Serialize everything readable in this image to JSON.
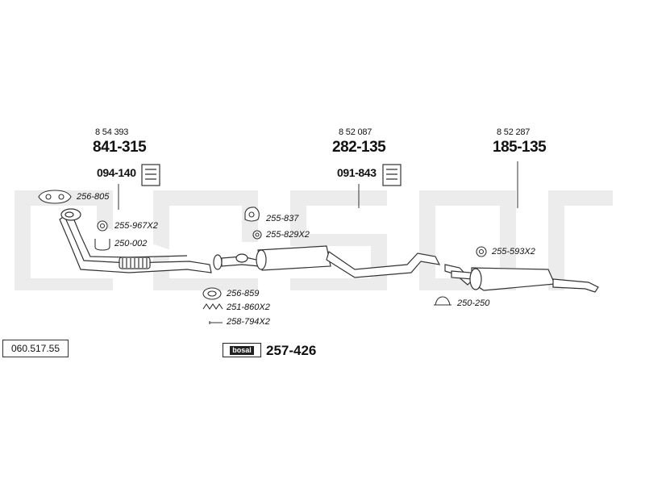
{
  "brand_watermark": "bosal",
  "code": "060.517.55",
  "parts": [
    {
      "oem": "8 54 393",
      "number": "841-315",
      "clamp": "094-140"
    },
    {
      "oem": "8 52 087",
      "number": "282-135",
      "clamp": "091-843"
    },
    {
      "oem": "8 52 287",
      "number": "185-135"
    }
  ],
  "accessories": {
    "gasket_front": "256-805",
    "ring_a": "255-967X2",
    "clamp_u": "250-002",
    "hanger_a": "255-837",
    "ring_b": "255-829X2",
    "ring_c": "256-859",
    "spring": "251-860X2",
    "bolt": "258-794X2",
    "ring_d": "255-593X2",
    "clamp_rear": "250-250"
  },
  "kit": {
    "logo": "bosal",
    "number": "257-426"
  }
}
